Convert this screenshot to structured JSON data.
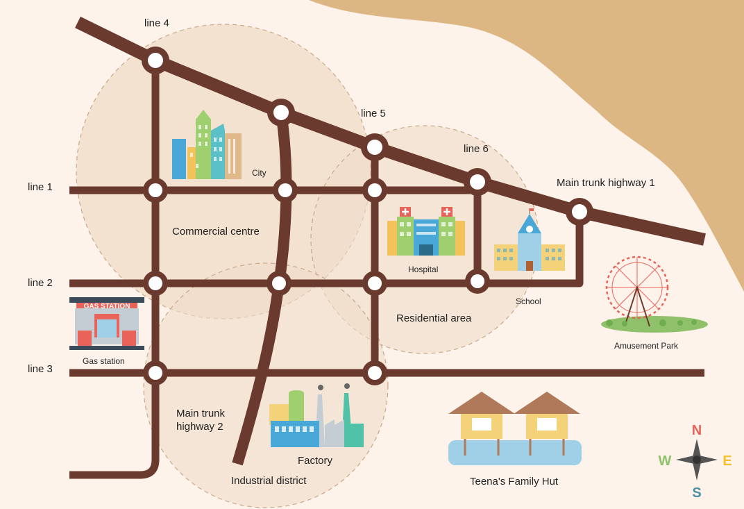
{
  "map": {
    "lines": {
      "line1": "line 1",
      "line2": "line 2",
      "line3": "line 3",
      "line4": "line 4",
      "line5": "line 5",
      "line6": "line 6",
      "highway1": "Main trunk highway 1",
      "highway2_a": "Main trunk",
      "highway2_b": "highway 2"
    },
    "districts": {
      "commercial": "Commercial centre",
      "residential": "Residential area",
      "industrial": "Industrial district"
    },
    "places": {
      "city": "City",
      "hospital": "Hospital",
      "school": "School",
      "amusement_park": "Amusement Park",
      "gas_station": "Gas station",
      "gas_sign": "GAS STATION",
      "factory": "Factory",
      "hut": "Teena's Family Hut"
    },
    "compass": {
      "north": "N",
      "east": "E",
      "south": "S",
      "west": "W"
    }
  },
  "colors": {
    "background": "#fdf3ea",
    "sea": "#dcb784",
    "road": "#6b3a2e",
    "district_fill": "#f0dcc8",
    "district_stroke": "#c9a88a",
    "north": "#e8635a",
    "east": "#f3c22a",
    "south": "#4a8fa0",
    "west": "#8fc06a"
  }
}
